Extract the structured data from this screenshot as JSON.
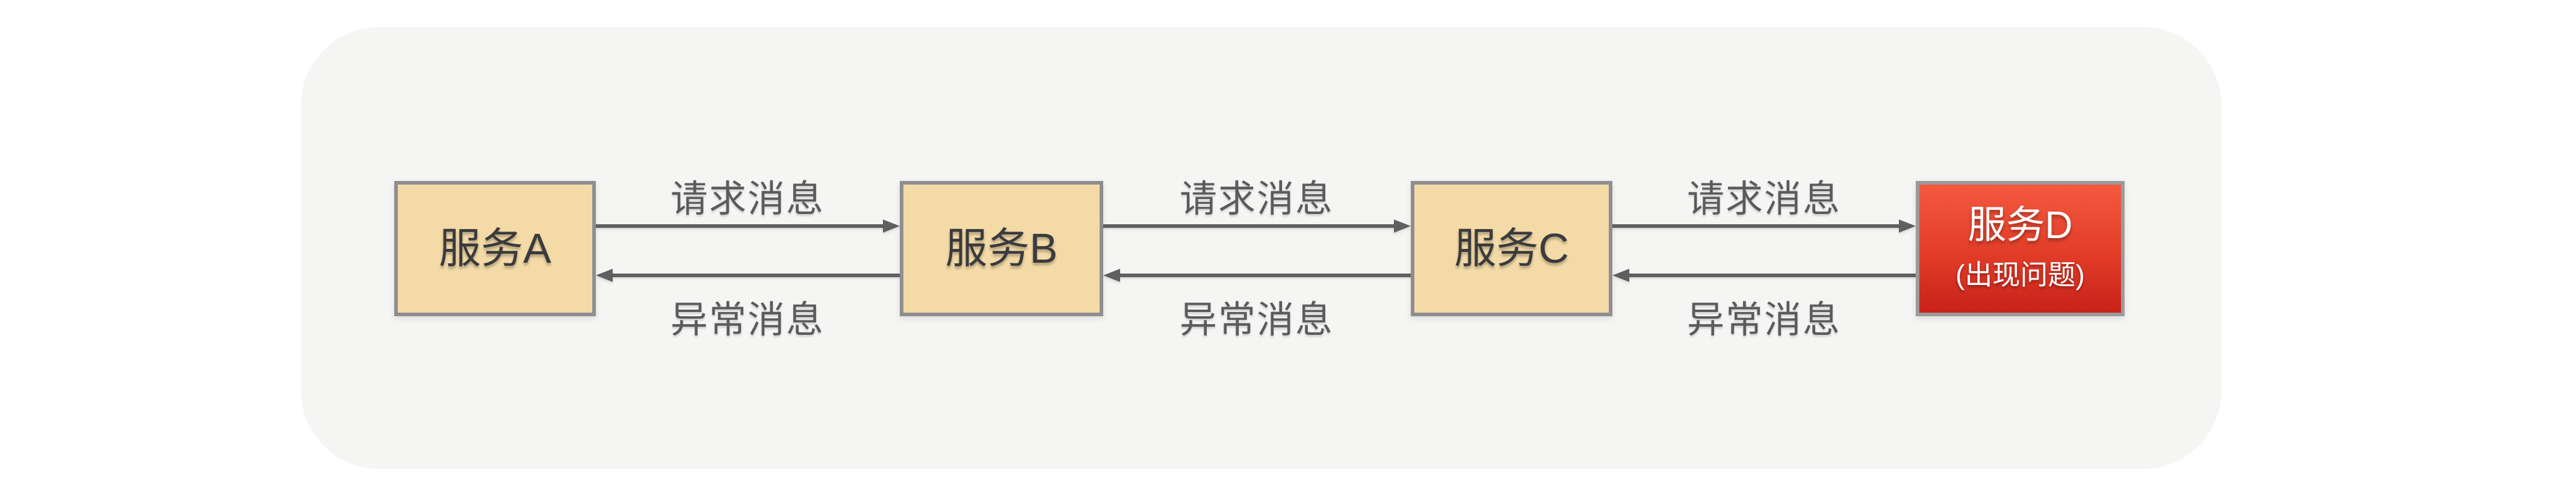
{
  "panel": {
    "background": "#f5f5f3"
  },
  "colors": {
    "page_background": "#ffffff",
    "node_fill": "#f3daa7",
    "node_border": "#8e8e91",
    "node_text": "#3b3b3d",
    "error_fill_top": "#f4593f",
    "error_fill_bottom": "#c8221a",
    "error_border": "#9b9b9b",
    "error_text": "#ffffff",
    "arrow": "#5f5f61",
    "edge_label_text": "#5b5b5d"
  },
  "nodes": [
    {
      "id": "service-a",
      "label": "服务A"
    },
    {
      "id": "service-b",
      "label": "服务B"
    },
    {
      "id": "service-c",
      "label": "服务C"
    },
    {
      "id": "service-d",
      "label": "服务D",
      "sublabel": "(出现问题)",
      "status": "error"
    }
  ],
  "links": [
    {
      "from": "service-a",
      "to": "service-b",
      "request_label": "请求消息",
      "error_label": "异常消息"
    },
    {
      "from": "service-b",
      "to": "service-c",
      "request_label": "请求消息",
      "error_label": "异常消息"
    },
    {
      "from": "service-c",
      "to": "service-d",
      "request_label": "请求消息",
      "error_label": "异常消息"
    }
  ]
}
